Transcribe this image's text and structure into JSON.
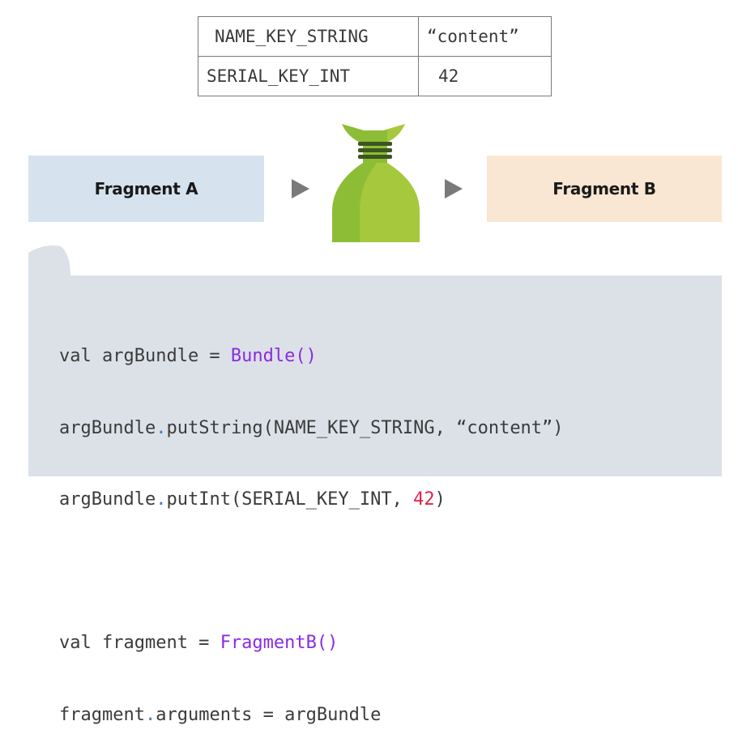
{
  "table": {
    "rows": [
      {
        "key": "NAME_KEY_STRING",
        "value": "“content”"
      },
      {
        "key": "SERIAL_KEY_INT",
        "value": "42"
      }
    ]
  },
  "fragments": {
    "source": "Fragment A",
    "target": "Fragment B"
  },
  "colors": {
    "fragment_a_bg": "#d6e3ef",
    "fragment_b_bg": "#f9e6d3",
    "code_bg": "#dce1e8",
    "bag_green": "#8dbd36",
    "bag_green_light": "#a5c83c",
    "call_purple": "#8a2be2",
    "number_red": "#e3204a",
    "dot_blue": "#3d7cc9"
  },
  "icons": {
    "bag": "bundle-bag-icon",
    "arrow": "right-arrow-icon"
  },
  "code": {
    "line1": {
      "pre": "val argBundle = ",
      "call": "Bundle()"
    },
    "line2": {
      "obj": "argBundle",
      "dot": ".",
      "method": "putString(NAME_KEY_STRING, “content”)"
    },
    "line3": {
      "obj": "argBundle",
      "dot": ".",
      "method": "putInt(SERIAL_KEY_INT, ",
      "num": "42",
      "close": ")"
    },
    "line4": {
      "pre": "val fragment = ",
      "call": "FragmentB()"
    },
    "line5": {
      "obj": "fragment",
      "dot": ".",
      "rest": "arguments = argBundle"
    }
  }
}
